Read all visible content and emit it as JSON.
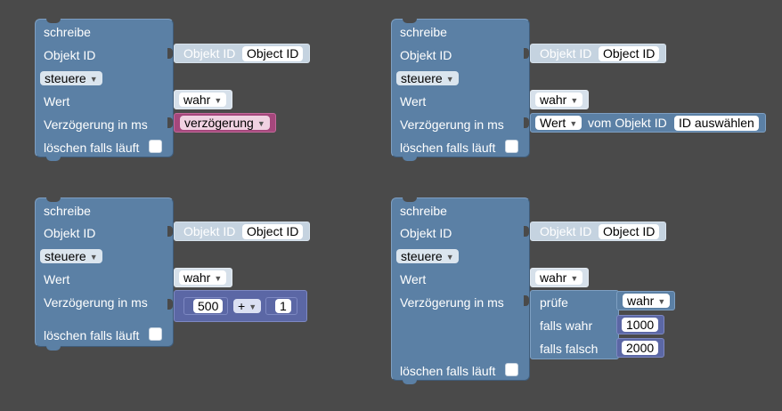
{
  "blocks": [
    {
      "title": "schreibe",
      "object_label": "Objekt ID",
      "object_input_label": "Objekt ID",
      "object_input_value": "Object ID",
      "mode": "steuere",
      "value_label": "Wert",
      "value": "wahr",
      "delay_label": "Verzögerung in ms",
      "delay_var": "verzögerung",
      "clear_label": "löschen falls läuft"
    },
    {
      "title": "schreibe",
      "object_label": "Objekt ID",
      "object_input_label": "Objekt ID",
      "object_input_value": "Object ID",
      "mode": "steuere",
      "value_label": "Wert",
      "value": "wahr",
      "delay_label": "Verzögerung in ms",
      "delay_get_prop": "Wert",
      "delay_get_text": "vom Objekt ID",
      "delay_get_value": "ID auswählen",
      "clear_label": "löschen falls läuft"
    },
    {
      "title": "schreibe",
      "object_label": "Objekt ID",
      "object_input_label": "Objekt ID",
      "object_input_value": "Object ID",
      "mode": "steuere",
      "value_label": "Wert",
      "value": "wahr",
      "delay_label": "Verzögerung in ms",
      "math_a": "500",
      "math_op": "+",
      "math_b": "1",
      "clear_label": "löschen falls läuft"
    },
    {
      "title": "schreibe",
      "object_label": "Objekt ID",
      "object_input_label": "Objekt ID",
      "object_input_value": "Object ID",
      "mode": "steuere",
      "value_label": "Wert",
      "value": "wahr",
      "delay_label": "Verzögerung in ms",
      "cond_check": "prüfe",
      "cond_value": "wahr",
      "cond_true_label": "falls wahr",
      "cond_true_value": "1000",
      "cond_false_label": "falls falsch",
      "cond_false_value": "2000",
      "clear_label": "löschen falls läuft"
    }
  ],
  "colors": {
    "background": "#4a4a4a",
    "block": "#5b80a5",
    "variable": "#a5477c",
    "math": "#5b67a5"
  }
}
